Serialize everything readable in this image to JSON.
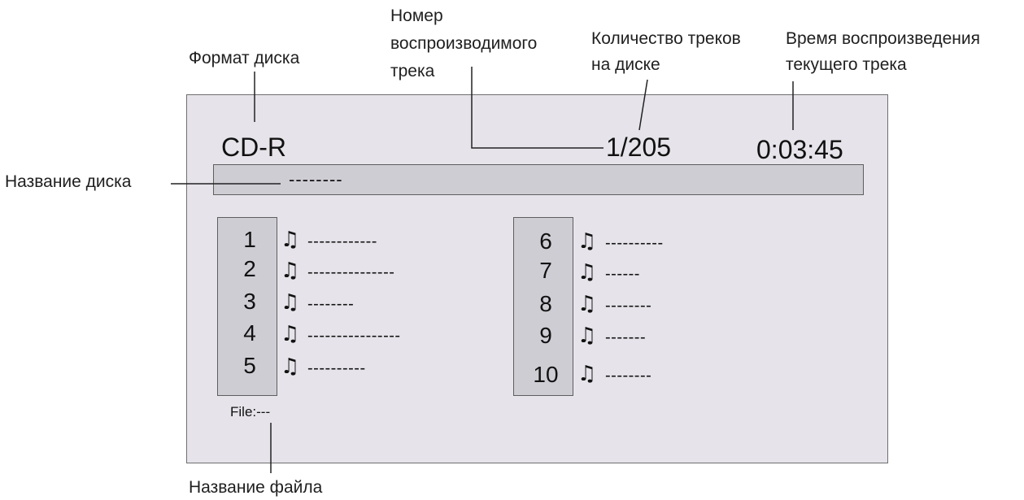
{
  "callouts": {
    "disc_format": "Формат диска",
    "track_number_l1": "Номер",
    "track_number_l2": "воспроизводимого",
    "track_number_l3": "трека",
    "track_count_l1": "Количество треков",
    "track_count_l2": "на диске",
    "play_time_l1": "Время воспроизведения",
    "play_time_l2": "текущего трека",
    "disc_title": "Название диска",
    "file_name": "Название файла"
  },
  "screen": {
    "format": "CD-R",
    "track_position": "1/205",
    "elapsed": "0:03:45",
    "disc_title_value": "--------",
    "file_label": "File:---"
  },
  "tracks_left": [
    {
      "num": "1",
      "name": "------------"
    },
    {
      "num": "2",
      "name": "---------------"
    },
    {
      "num": "3",
      "name": "--------"
    },
    {
      "num": "4",
      "name": "----------------"
    },
    {
      "num": "5",
      "name": "----------"
    }
  ],
  "tracks_right": [
    {
      "num": "6",
      "name": "----------"
    },
    {
      "num": "7",
      "name": "------"
    },
    {
      "num": "8",
      "name": "--------"
    },
    {
      "num": "9",
      "name": "-------"
    },
    {
      "num": "10",
      "name": "--------"
    }
  ],
  "icons": {
    "track": "music-note-icon",
    "note_glyph": "♫"
  }
}
